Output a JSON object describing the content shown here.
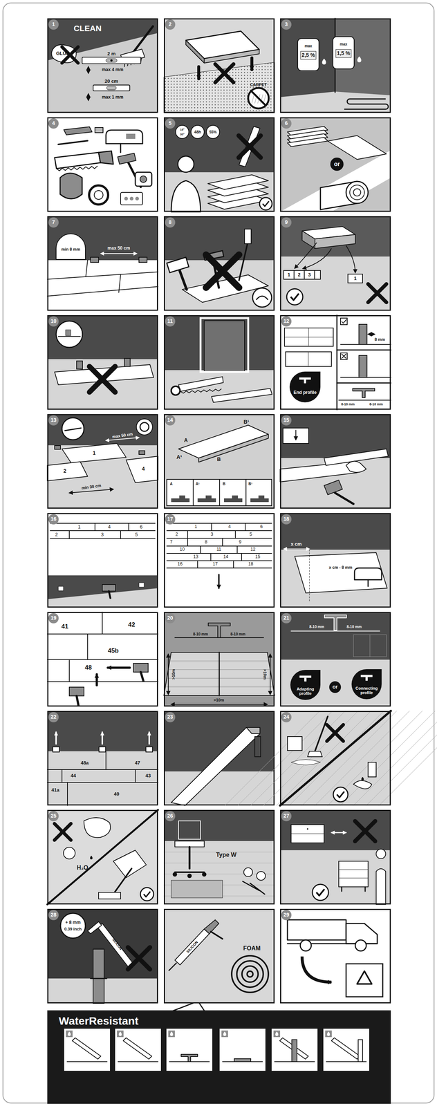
{
  "diagram": {
    "nodes": [
      {
        "text": [
          "1",
          "CLEAN",
          "GLUE",
          "2 m",
          "max 4 mm",
          "20 cm",
          "max 1 mm"
        ]
      },
      {
        "text": [
          "2"
        ]
      },
      {
        "text": [
          "CARPET"
        ],
        "in": 1
      },
      {
        "text": [
          "3",
          "max",
          "2,5 %",
          "max",
          "1,5 %"
        ]
      },
      {
        "text": [
          "4"
        ]
      },
      {
        "text": [
          "5",
          "18°",
          "30°",
          "48h",
          "55%"
        ]
      },
      {
        "text": [
          "6",
          "or"
        ]
      },
      {
        "text": [
          "7",
          "min 8 mm",
          "max 50 cm"
        ]
      },
      {
        "text": [
          "8"
        ]
      },
      {
        "text": [
          "9",
          "1",
          "2",
          "3",
          "1"
        ]
      },
      {
        "text": [
          "10"
        ]
      },
      {
        "text": [
          "11"
        ]
      },
      {
        "text": [
          "12",
          "8 mm",
          "8-10 mm",
          "8-10 mm"
        ]
      },
      {
        "text": [
          "End profile"
        ],
        "in": 12
      },
      {
        "text": [
          "13",
          "1",
          "2",
          "4",
          "max 50 cm",
          "min 30 cm"
        ]
      },
      {
        "text": [
          "14",
          "A",
          "B¹",
          "A¹",
          "B",
          "A",
          "A¹",
          "B",
          "B¹"
        ]
      },
      {
        "text": [
          "15"
        ]
      },
      {
        "text": [
          "16",
          "1",
          "4",
          "6",
          "2",
          "3",
          "5"
        ]
      },
      {
        "text": [
          "17",
          "1",
          "4",
          "6",
          "2",
          "3",
          "5",
          "7",
          "8",
          "9",
          "10",
          "11",
          "12",
          "13",
          "14",
          "15",
          "16",
          "17",
          "18"
        ]
      },
      {
        "text": [
          "18",
          "x cm",
          "x cm - 8 mm"
        ]
      },
      {
        "text": [
          "19",
          "41",
          "42",
          "45b",
          "48"
        ]
      },
      {
        "text": [
          "20",
          "8-10 mm",
          "8-10 mm",
          ">10m",
          ">10m",
          ">10m"
        ]
      },
      {
        "text": [
          "21",
          "8-10 mm",
          "8-10 mm",
          "or"
        ]
      },
      {
        "text": [
          "Adapting profile"
        ],
        "in": 22
      },
      {
        "text": [
          "Connecting profile"
        ],
        "in": 22
      },
      {
        "text": [
          "22",
          "48a",
          "47",
          "44",
          "43",
          "41a",
          "40"
        ]
      },
      {
        "text": [
          "23"
        ]
      },
      {
        "text": [
          "24"
        ]
      },
      {
        "text": [
          "25",
          "H₂O"
        ]
      },
      {
        "text": [
          "26",
          "Type W"
        ]
      },
      {
        "text": [
          "27"
        ]
      },
      {
        "text": [
          "28",
          "+ 8 mm",
          "0.39 inch",
          "SILICON"
        ]
      },
      {
        "text": [
          "SILICON",
          "FOAM"
        ]
      },
      {
        "text": [
          "29"
        ]
      },
      {
        "text": [
          "WaterResistant"
        ]
      }
    ]
  }
}
